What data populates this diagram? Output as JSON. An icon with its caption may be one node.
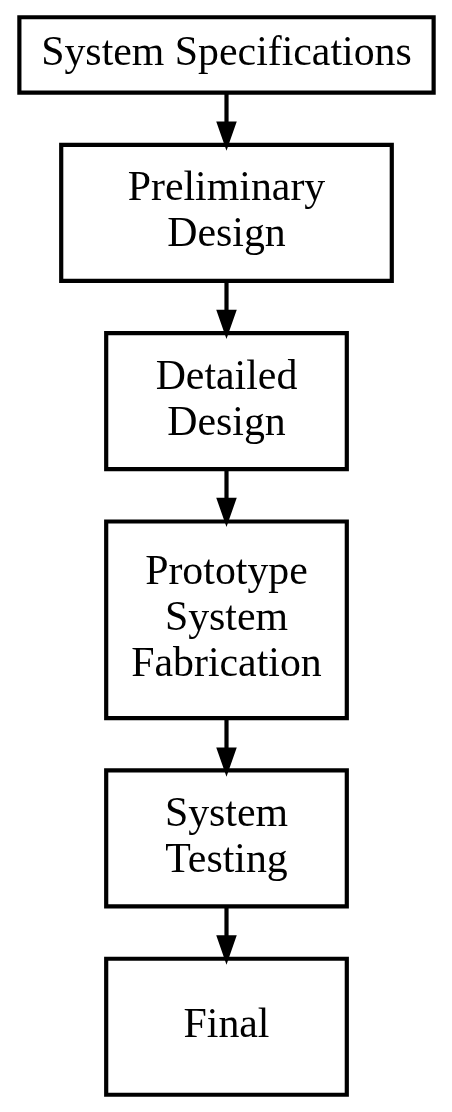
{
  "diagram": {
    "nodes": [
      {
        "text": [
          "System Specifications"
        ]
      },
      {
        "text": [
          "Preliminary Design"
        ]
      },
      {
        "text": [
          "Detailed Design"
        ]
      },
      {
        "text": [
          "Prototype System Fabrication"
        ]
      },
      {
        "text": [
          "System Testing"
        ]
      },
      {
        "text": [
          "Final"
        ]
      }
    ],
    "edges": [
      {
        "from": 0,
        "to": 1,
        "arrow": "to"
      },
      {
        "from": 1,
        "to": 2,
        "arrow": "to"
      },
      {
        "from": 2,
        "to": 3,
        "arrow": "to"
      },
      {
        "from": 3,
        "to": 4,
        "arrow": "to"
      },
      {
        "from": 4,
        "to": 5,
        "arrow": "to"
      }
    ]
  }
}
